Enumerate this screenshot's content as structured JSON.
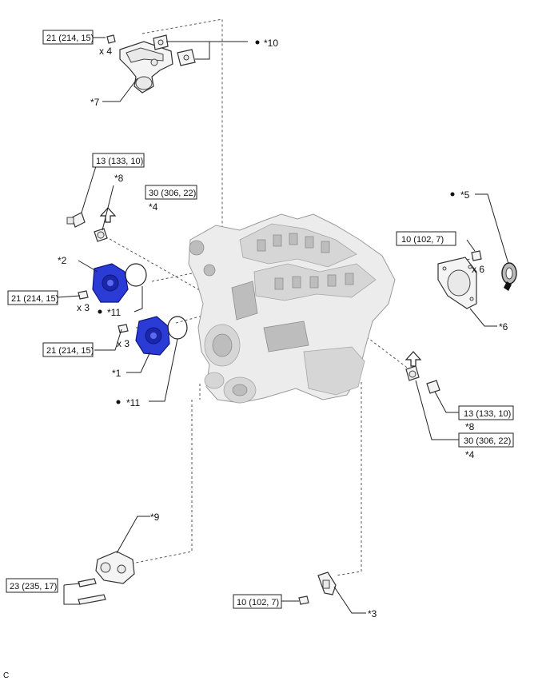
{
  "torque_specs": {
    "t_oil_cooler_pipe": "21 (214, 15)",
    "t_sensor_upper": "13 (133, 10)",
    "t_plug_upper": "30 (306, 22)",
    "t_cover_plate": "10 (102, 7)",
    "t_pump_upper": "21 (214, 15)",
    "t_pump_lower": "21 (214, 15)",
    "t_sensor_lower": "13 (133, 10)",
    "t_plug_lower": "30 (306, 22)",
    "t_bracket": "23 (235, 17)",
    "t_crank_sensor": "10 (102, 7)"
  },
  "quantities": {
    "q_pipe": "x 4",
    "q_cover": "x 6",
    "q_pump_upper": "x 3",
    "q_pump_lower": "x 3"
  },
  "callouts": {
    "c1": "*1",
    "c2": "*2",
    "c3": "*3",
    "c4_upper": "*4",
    "c4_lower": "*4",
    "c5": "*5",
    "c6": "*6",
    "c7": "*7",
    "c8_upper": "*8",
    "c8_lower": "*8",
    "c9": "*9",
    "c10": "*10",
    "c11_upper": "*11",
    "c11_lower": "*11"
  },
  "corner_label": "C",
  "colors": {
    "highlight_part": "#2b3bd6",
    "outline": "#222222"
  }
}
